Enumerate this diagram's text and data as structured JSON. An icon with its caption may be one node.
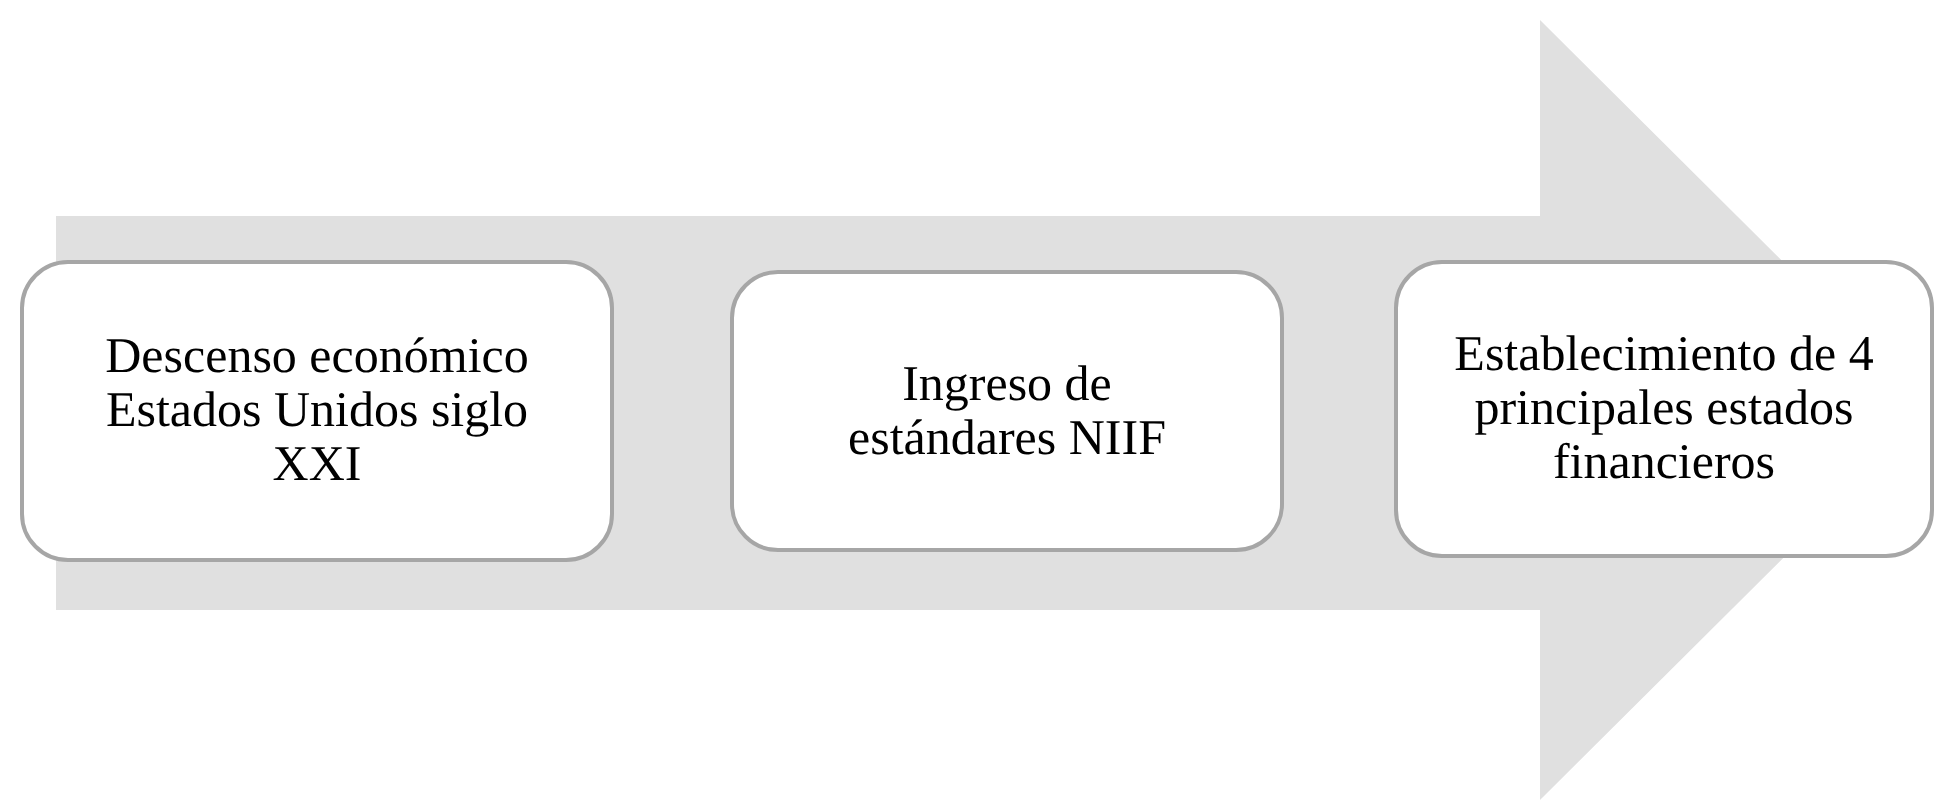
{
  "diagram": {
    "nodes": [
      {
        "text": [
          "Descenso económico Estados Unidos siglo XXI"
        ]
      },
      {
        "text": [
          "Ingreso de estándares NIIF"
        ]
      },
      {
        "text": [
          "Establecimiento de 4 principales estados financieros"
        ]
      }
    ],
    "edges": [
      {
        "from": 0,
        "to": 2,
        "arrow": "to"
      }
    ]
  }
}
